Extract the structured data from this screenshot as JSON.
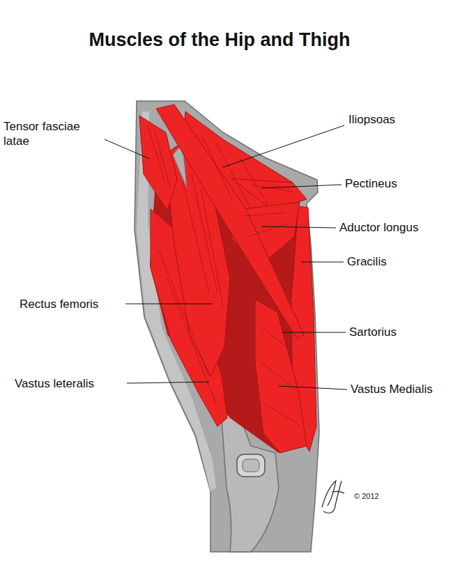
{
  "diagram": {
    "title": "Muscles of the Hip and Thigh",
    "labels": [
      "Tensor fasciae latae",
      "Iliopsoas",
      "Pectineus",
      "Aductor longus",
      "Gracilis",
      "Rectus femoris",
      "Sartorius",
      "Vastus leteralis",
      "Vastus Medialis",
      "© 2012"
    ]
  }
}
